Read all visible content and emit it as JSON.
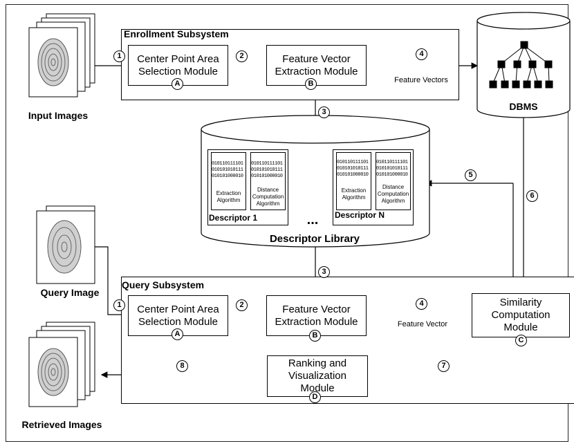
{
  "enrollment": {
    "title": "Enrollment Subsystem",
    "center_module": "Center Point Area Selection Module",
    "feature_module": "Feature Vector Extraction Module",
    "feature_vectors": "Feature Vectors"
  },
  "query": {
    "title": "Query Subsystem",
    "center_module": "Center Point Area Selection Module",
    "feature_module": "Feature Vector Extraction Module",
    "feature_vector": "Feature Vector",
    "similarity_module": "Similarity Computation Module",
    "ranking_module": "Ranking and Visualization Module"
  },
  "labels": {
    "input_images": "Input Images",
    "query_image": "Query Image",
    "retrieved_images": "Retrieved Images",
    "dbms": "DBMS",
    "descriptor_library": "Descriptor Library",
    "ellipsis": "..."
  },
  "descriptors": [
    {
      "name": "Descriptor 1",
      "code": "010110111101\n010101010111\n010101000010",
      "extraction": "Extraction Algorithm",
      "distance": "Distance Computation Algorithm"
    },
    {
      "name": "Descriptor N",
      "code": "010110111101\n010101010111\n010101000010",
      "extraction": "Extraction Algorithm",
      "distance": "Distance Computation Algorithm"
    }
  ],
  "steps": {
    "s1": "1",
    "s2": "2",
    "s3": "3",
    "s4": "4",
    "s5": "5",
    "s6": "6",
    "s7": "7",
    "s8": "8"
  },
  "markers": {
    "A": "A",
    "B": "B",
    "C": "C",
    "D": "D"
  }
}
